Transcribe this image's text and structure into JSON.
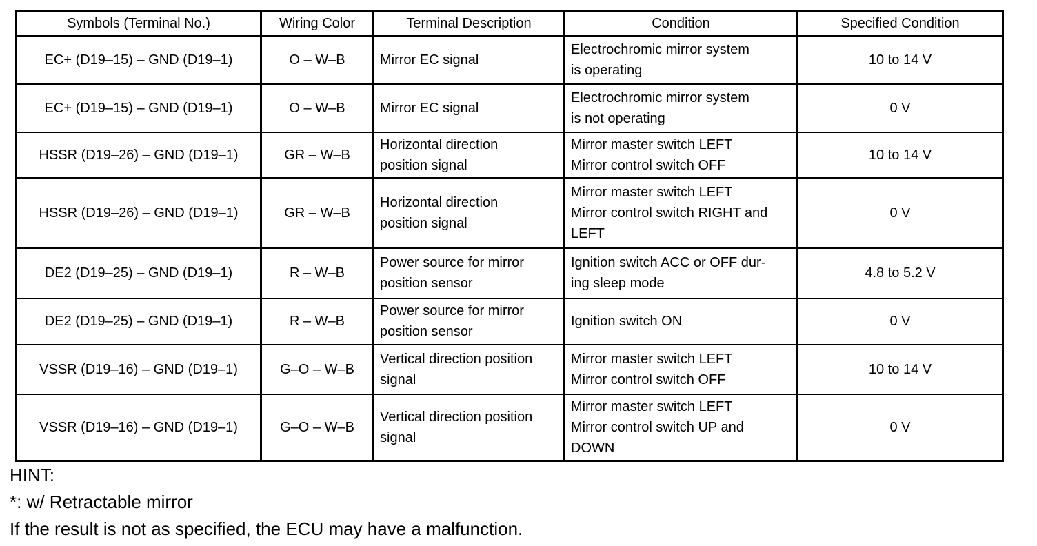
{
  "table": {
    "headers": {
      "symbols": "Symbols (Terminal No.)",
      "wiring_color": "Wiring Color",
      "description": "Terminal Description",
      "condition": "Condition",
      "specified": "Specified Condition"
    },
    "rows": [
      {
        "symbols": "EC+ (D19–15) – GND (D19–1)",
        "wiring_color": "O – W–B",
        "description": "Mirror EC signal",
        "condition": "Electrochromic mirror system\nis operating",
        "specified": "10 to 14 V"
      },
      {
        "symbols": "EC+ (D19–15) – GND (D19–1)",
        "wiring_color": "O – W–B",
        "description": "Mirror EC signal",
        "condition": "Electrochromic mirror system\nis not operating",
        "specified": "0 V"
      },
      {
        "symbols": "HSSR (D19–26) – GND (D19–1)",
        "wiring_color": "GR – W–B",
        "description": "Horizontal direction\nposition signal",
        "condition": "Mirror master switch LEFT\nMirror control switch OFF",
        "specified": "10 to 14 V"
      },
      {
        "symbols": "HSSR (D19–26) – GND (D19–1)",
        "wiring_color": "GR – W–B",
        "description": "Horizontal direction\nposition signal",
        "condition": "Mirror master switch LEFT\nMirror control switch RIGHT and\nLEFT",
        "specified": "0 V"
      },
      {
        "symbols": "DE2 (D19–25) – GND (D19–1)",
        "wiring_color": "R – W–B",
        "description": "Power source for mirror\nposition sensor",
        "condition": "Ignition switch ACC or OFF dur-\ning sleep mode",
        "specified": "4.8 to 5.2 V"
      },
      {
        "symbols": "DE2 (D19–25) – GND (D19–1)",
        "wiring_color": "R – W–B",
        "description": "Power source for mirror\nposition sensor",
        "condition": "Ignition switch ON",
        "specified": "0 V"
      },
      {
        "symbols": "VSSR (D19–16) – GND (D19–1)",
        "wiring_color": "G–O – W–B",
        "description": "Vertical direction position\nsignal",
        "condition": "Mirror master switch LEFT\nMirror control switch OFF",
        "specified": "10 to 14 V"
      },
      {
        "symbols": "VSSR (D19–16) – GND (D19–1)",
        "wiring_color": "G–O – W–B",
        "description": "Vertical direction position\nsignal",
        "condition": "Mirror master switch LEFT\nMirror control switch UP and\nDOWN",
        "specified": "0 V"
      }
    ]
  },
  "footer": {
    "hint_label": "HINT:",
    "asterisk_note": "*: w/ Retractable mirror",
    "result_note": "If the result is not as specified, the ECU may have a malfunction."
  }
}
